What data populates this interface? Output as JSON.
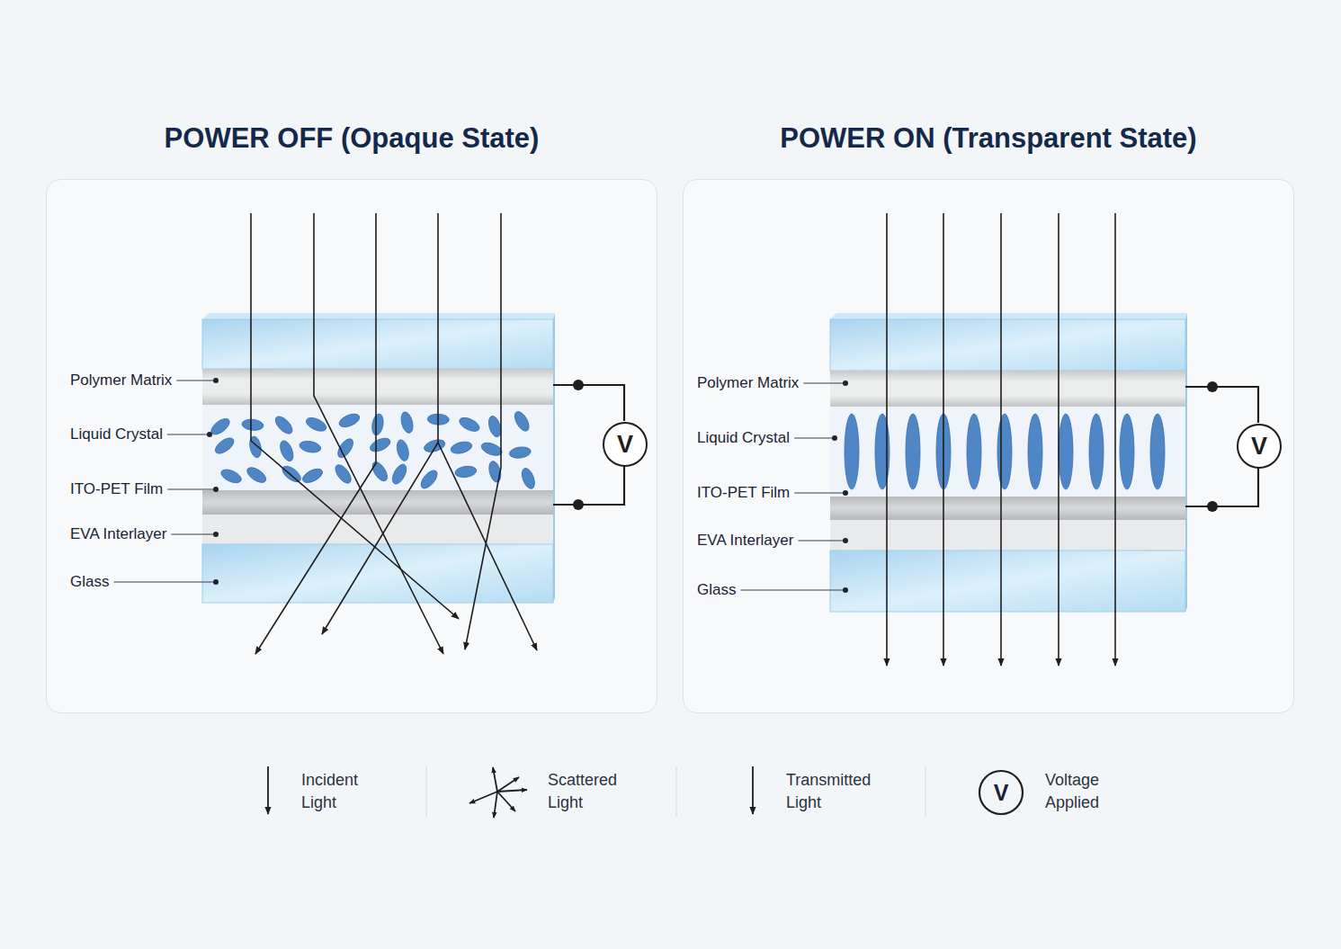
{
  "diagram": {
    "nodes": [
      {
        "text": [
          "POWER OFF (Opaque State)"
        ]
      },
      {
        "text": [
          "V"
        ],
        "in": 0
      },
      {
        "text": [
          "POWER ON (Transparent State)"
        ]
      },
      {
        "text": [
          "V"
        ],
        "in": 2
      }
    ],
    "labels": [
      "Polymer Matrix",
      "Liquid Crystal",
      "ITO-PET Film",
      "EVA Interlayer",
      "Glass",
      "Polymer Matrix",
      "Liquid Crystal",
      "ITO-PET Film",
      "EVA Interlayer",
      "Glass",
      "V"
    ],
    "legend": [
      {
        "text": "Incident Light"
      },
      {
        "text": "Scattered Light"
      },
      {
        "text": "Transmitted Light"
      },
      {
        "text": "Voltage Applied"
      }
    ]
  }
}
